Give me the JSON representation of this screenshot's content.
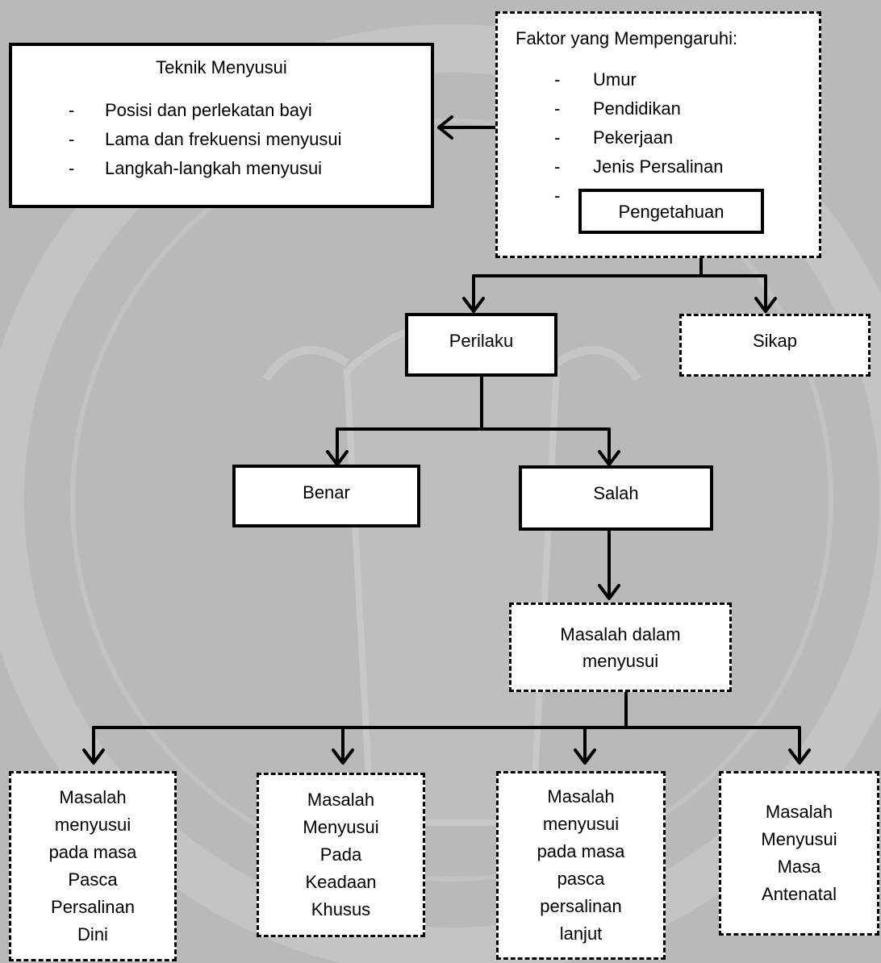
{
  "teknik": {
    "title": "Teknik Menyusui",
    "items": [
      "Posisi dan perlekatan bayi",
      "Lama dan frekuensi menyusui",
      "Langkah-langkah menyusui"
    ]
  },
  "faktor": {
    "title": "Faktor yang Mempengaruhi:",
    "items": [
      "Umur",
      "Pendidikan",
      "Pekerjaan",
      "Jenis Persalinan"
    ],
    "pengetahuan": "Pengetahuan"
  },
  "perilaku": "Perilaku",
  "sikap": "Sikap",
  "benar": "Benar",
  "salah": "Salah",
  "masalah": "Masalah dalam menyusui",
  "bottom": [
    "Masalah menyusui pada masa Pasca Persalinan Dini",
    "Masalah Menyusui Pada Keadaan Khusus",
    "Masalah menyusui pada masa pasca persalinan lanjut",
    "Masalah Menyusui Masa Antenatal"
  ],
  "dash": "-"
}
